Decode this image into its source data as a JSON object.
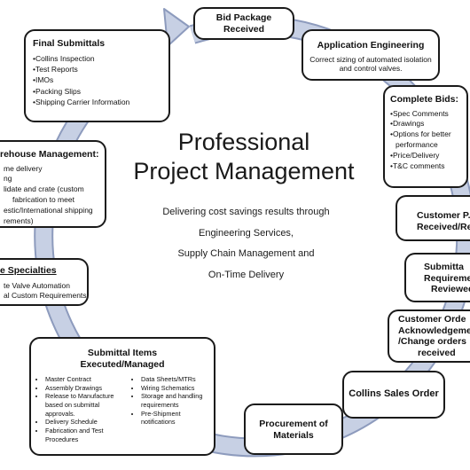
{
  "center": {
    "title_line1": "Professional",
    "title_line2": "Project Management",
    "lines": [
      "Delivering cost savings results through",
      "Engineering Services,",
      "Supply Chain Management and",
      "On-Time Delivery"
    ]
  },
  "steps": {
    "bid_package": {
      "line1": "Bid Package",
      "line2": "Received"
    },
    "application_engineering": {
      "title": "Application Engineering",
      "subtitle": "Correct sizing of automated isolation and control valves."
    },
    "complete_bids": {
      "title": "Complete Bids:",
      "items": [
        "•Spec Comments",
        "•Drawings",
        "•Options for better",
        "performance",
        "•Price/Delivery",
        "•T&C comments"
      ]
    },
    "customer_po": {
      "line1": "Customer P.",
      "line2": "Received/Revie"
    },
    "submittal_requirements": {
      "line1": "Submitta",
      "line2": "Requireme",
      "line3": "Reviewed"
    },
    "customer_order": {
      "line1": "Customer Orde",
      "line2": "Acknowledgeme",
      "line3": "/Change orders",
      "line4": "received"
    },
    "collins_sales_order": {
      "title": "Collins Sales Order"
    },
    "procurement": {
      "line1": "Procurement of",
      "line2": "Materials"
    },
    "submittal_items": {
      "line1": "Submittal Items",
      "line2": "Executed/Managed",
      "left_items": [
        "Master Contract",
        "Assembly Drawings",
        "Release to Manufacture based on submittal approvals.",
        "Delivery Schedule",
        "Fabrication and Test Procedures"
      ],
      "right_items": [
        "Data Sheets/MTRs",
        "Wiring Schematics",
        "Storage and handling requirements",
        "Pre-Shipment notifications"
      ]
    },
    "specialties": {
      "title": "e Specialties",
      "items": [
        "te Valve Automation",
        "al Custom Requirements"
      ]
    },
    "warehouse": {
      "title": "rehouse Management:",
      "items": [
        "me delivery",
        "ng",
        "lidate and crate (custom",
        "fabrication to meet",
        "estic/International shipping",
        "rements)"
      ]
    },
    "final_submittals": {
      "title": "Final Submittals",
      "items": [
        "•Collins Inspection",
        "•Test Reports",
        "•IMOs",
        "•Packing Slips",
        "•Shipping Carrier Information"
      ]
    }
  },
  "colors": {
    "ring_fill": "#c7d0e4",
    "ring_stroke": "#8d9bbd",
    "box_border": "#1a1a1a"
  }
}
